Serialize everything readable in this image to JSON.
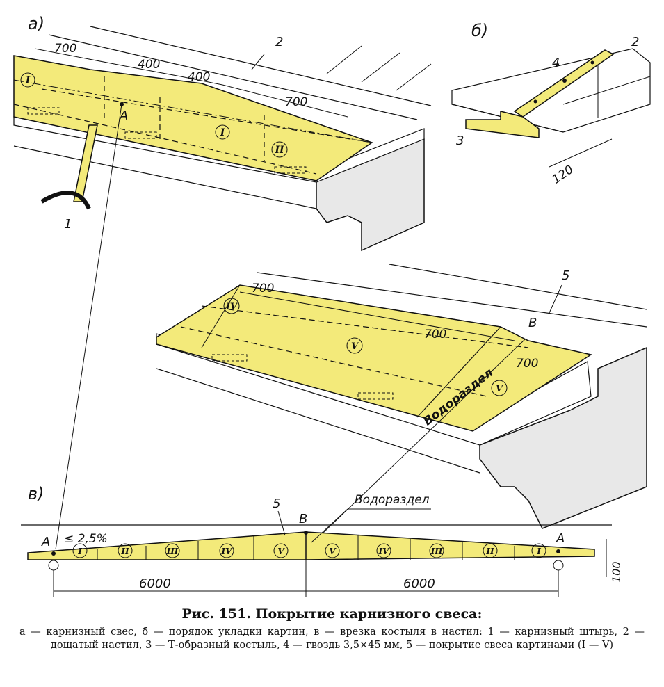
{
  "panels": {
    "a": "а)",
    "b": "б)",
    "v": "в)"
  },
  "panel_a": {
    "dims": [
      "700",
      "400",
      "400",
      "700"
    ],
    "labels": {
      "n1": "1",
      "n2": "2",
      "A": "A"
    },
    "romans": [
      "I",
      "I",
      "II"
    ]
  },
  "panel_b": {
    "labels": {
      "n2": "2",
      "n3": "3",
      "n4": "4"
    },
    "dim": "120"
  },
  "panel_c": {
    "labels": {
      "n5": "5",
      "B": "B"
    },
    "dims": [
      "700",
      "700",
      "700"
    ],
    "romans": [
      "IV",
      "V",
      "V"
    ],
    "watershed": "Водораздел"
  },
  "panel_v": {
    "labels": {
      "A_left": "A",
      "A_right": "A",
      "B": "B",
      "n5": "5",
      "slope": "≤ 2,5%"
    },
    "watershed": "Водораздел",
    "romans_left": [
      "I",
      "II",
      "III",
      "IV",
      "V"
    ],
    "romans_right": [
      "V",
      "IV",
      "III",
      "II",
      "I"
    ],
    "dims": {
      "left": "6000",
      "right": "6000",
      "height": "100"
    }
  },
  "caption": {
    "title": "Рис. 151. Покрытие карнизного свеса:",
    "body": "а — карнизный свес, б — порядок укладки картин, в — врезка костыля в настил: 1 — карнизный штырь, 2 — дощатый настил, 3 — Т-образный костыль, 4 — гвоздь 3,5×45 мм, 5 — покрытие свеса картинами (I — V)"
  },
  "colors": {
    "sheet": "#f3ea7a",
    "ink": "#111111"
  }
}
